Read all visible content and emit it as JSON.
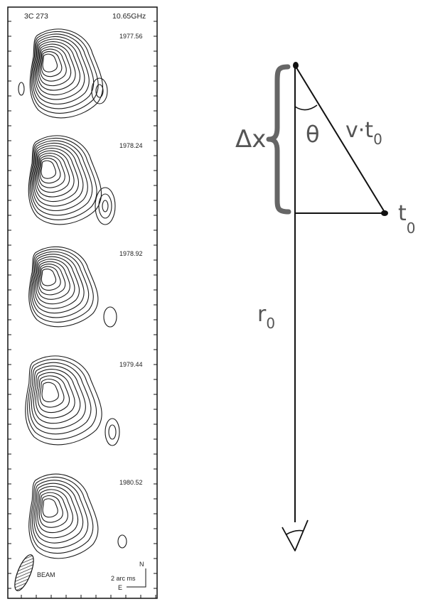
{
  "figure": {
    "source": "3C 273",
    "frequency": "10.65GHz",
    "panels": [
      {
        "epoch": "1977.56"
      },
      {
        "epoch": "1978.24"
      },
      {
        "epoch": "1978.92"
      },
      {
        "epoch": "1979.44"
      },
      {
        "epoch": "1980.52"
      }
    ],
    "beam_label": "BEAM",
    "scale_label": "2 arc ms",
    "north_label": "N",
    "east_label": "E"
  },
  "diagram": {
    "delta_x_label": "Δx",
    "theta_label": "θ",
    "vt_label_main": "v·t",
    "vt_label_sub": "0",
    "t0_label_main": "t",
    "t0_label_sub": "0",
    "r0_label_main": "r",
    "r0_label_sub": "0",
    "label_color": "#555555",
    "line_color": "#111111"
  }
}
